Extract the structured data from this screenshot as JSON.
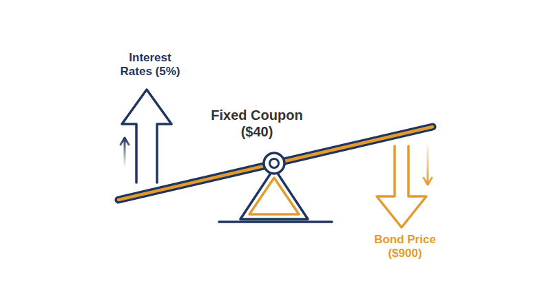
{
  "diagram": {
    "labels": [
      "Interest Rates (5%)",
      "Fixed Coupon ($40)",
      "Bond Price ($900)"
    ]
  }
}
